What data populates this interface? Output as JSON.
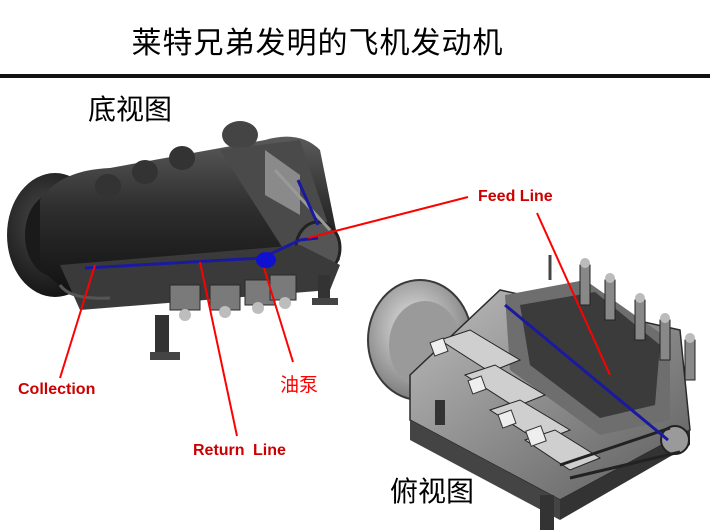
{
  "title": "莱特兄弟发明的飞机发动机",
  "views": {
    "bottom": "底视图",
    "top": "俯视图"
  },
  "callouts": {
    "feed_line": "Feed Line",
    "collection": "Collection",
    "return_line": "Return Line",
    "oil_pump": "油泵"
  },
  "colors": {
    "callout_line": "#ff0000",
    "oil_line": "#1a1aa0",
    "pump": "#1010d0",
    "engine_dark": "#2a2a2a",
    "engine_mid": "#6e6e6e",
    "engine_light": "#c8c8c8"
  }
}
